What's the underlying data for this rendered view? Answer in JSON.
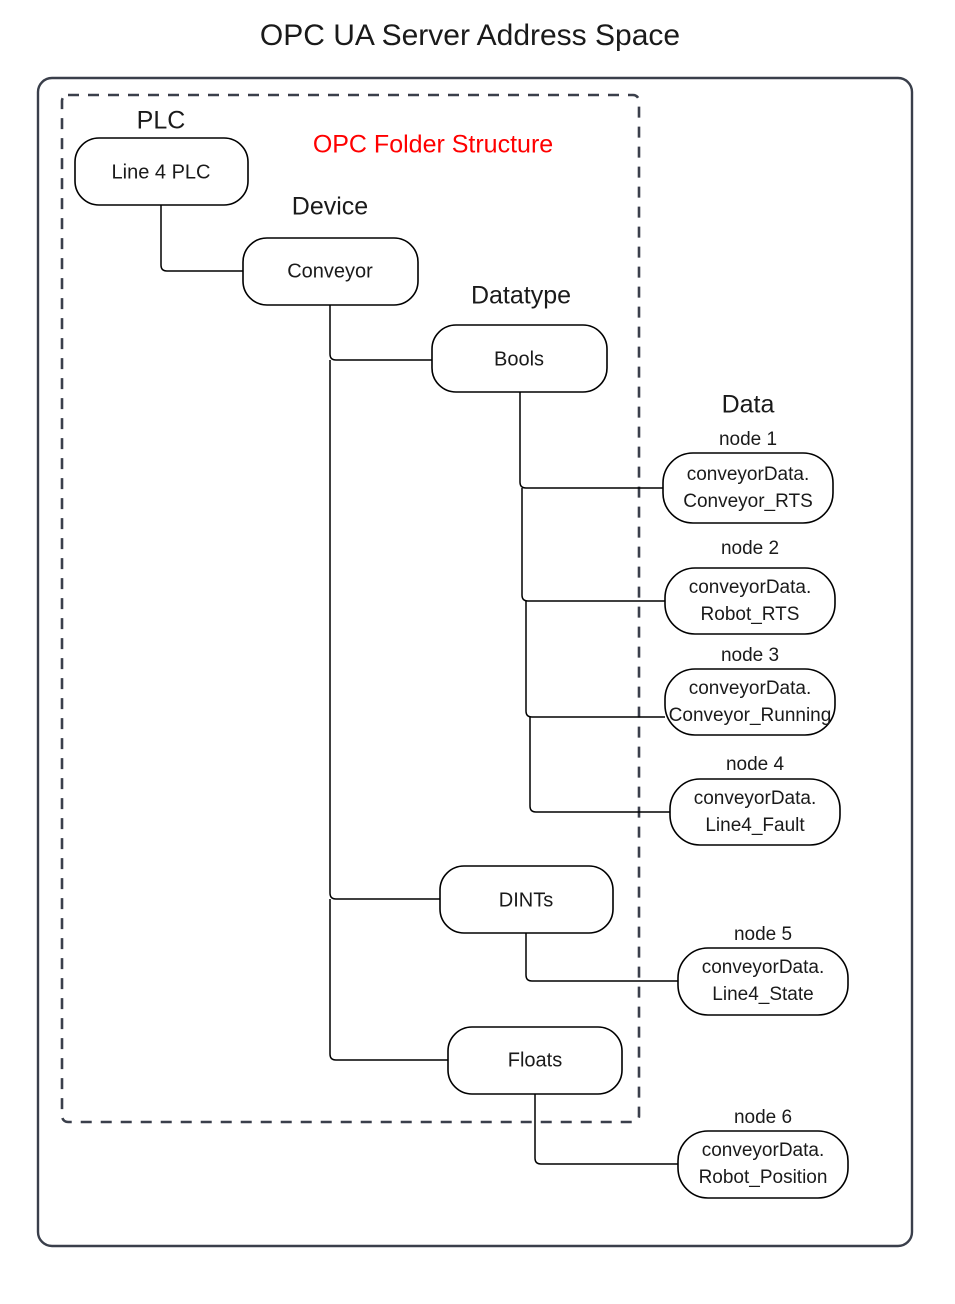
{
  "diagram": {
    "title": "OPC UA Server Address Space",
    "folder_structure_label": "OPC Folder Structure",
    "group_labels": {
      "plc": "PLC",
      "device": "Device",
      "datatype": "Datatype",
      "data": "Data"
    },
    "colors": {
      "folder_structure_text": "#ff0000",
      "frame_stroke": "#3a3f4b",
      "node_stroke": "#000000",
      "text": "#1a1a1a",
      "background": "#ffffff"
    },
    "nodes": {
      "plc": {
        "label": "Line 4 PLC"
      },
      "device": {
        "label": "Conveyor"
      },
      "bools": {
        "label": "Bools"
      },
      "dints": {
        "label": "DINTs"
      },
      "floats": {
        "label": "Floats"
      }
    },
    "data_nodes": [
      {
        "caption": "node 1",
        "line1": "conveyorData.",
        "line2": "Conveyor_RTS"
      },
      {
        "caption": "node 2",
        "line1": "conveyorData.",
        "line2": "Robot_RTS"
      },
      {
        "caption": "node 3",
        "line1": "conveyorData.",
        "line2": "Conveyor_Running"
      },
      {
        "caption": "node 4",
        "line1": "conveyorData.",
        "line2": "Line4_Fault"
      },
      {
        "caption": "node 5",
        "line1": "conveyorData.",
        "line2": "Line4_State"
      },
      {
        "caption": "node 6",
        "line1": "conveyorData.",
        "line2": "Robot_Position"
      }
    ]
  }
}
